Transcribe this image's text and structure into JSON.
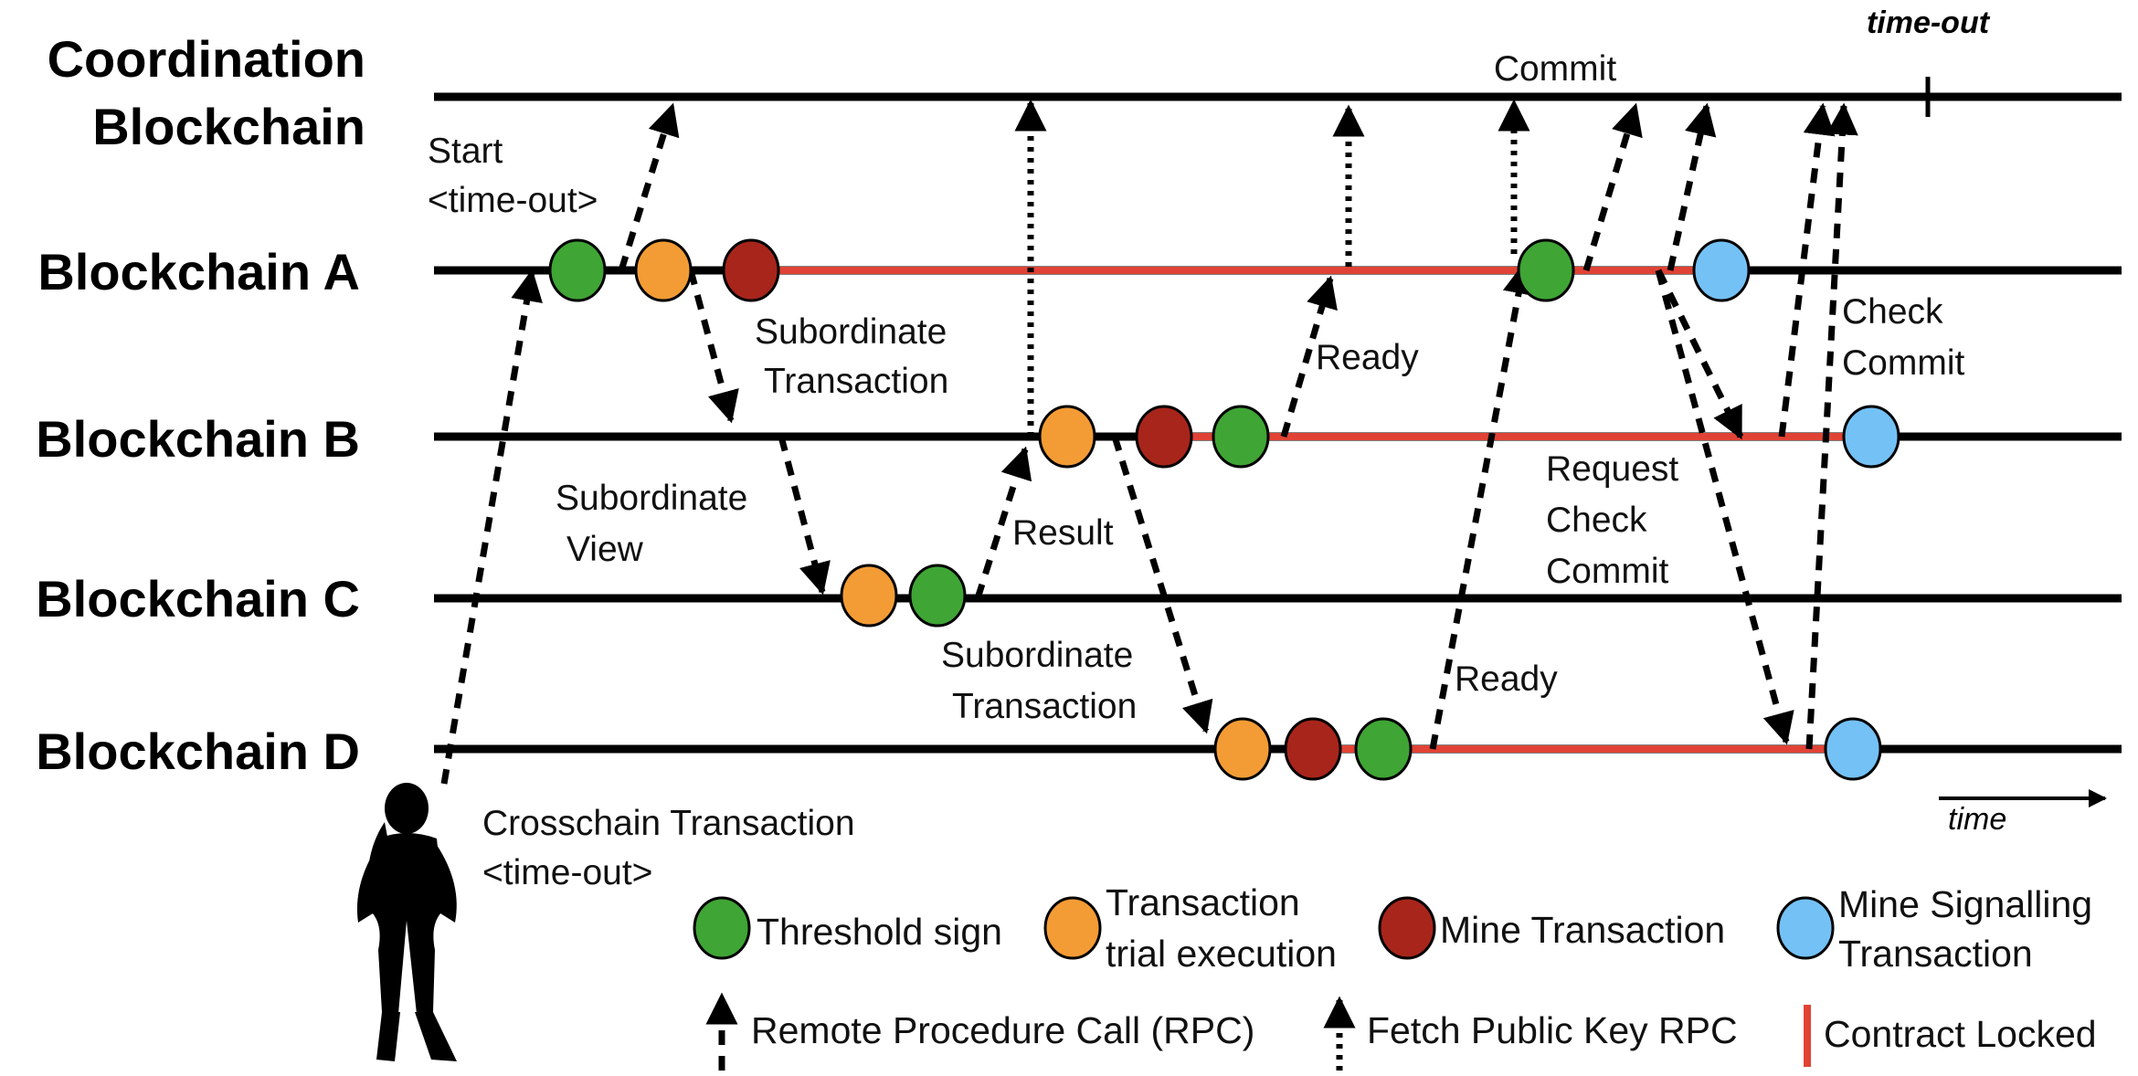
{
  "lanes": {
    "coordination_line1": "Coordination",
    "coordination_line2": "Blockchain",
    "a": "Blockchain A",
    "b": "Blockchain B",
    "c": "Blockchain C",
    "d": "Blockchain D"
  },
  "annotations": {
    "timeout_top": "time-out",
    "commit": "Commit",
    "start_line1": "Start",
    "start_line2": "<time-out>",
    "subordinate_transaction_a_line1": "Subordinate",
    "subordinate_transaction_a_line2": "Transaction",
    "ready_a": "Ready",
    "check_commit_line1": "Check",
    "check_commit_line2": "Commit",
    "subordinate_view_line1": "Subordinate",
    "subordinate_view_line2": "View",
    "result": "Result",
    "request_check_commit_line1": "Request",
    "request_check_commit_line2": "Check",
    "request_check_commit_line3": "Commit",
    "subordinate_transaction_d_line1": "Subordinate",
    "subordinate_transaction_d_line2": "Transaction",
    "ready_d": "Ready",
    "time_axis": "time",
    "crosschain_line1": "Crosschain Transaction",
    "crosschain_line2": "<time-out>"
  },
  "legend": {
    "threshold_sign": "Threshold sign",
    "trial_line1": "Transaction",
    "trial_line2": "trial execution",
    "mine_transaction": "Mine Transaction",
    "signalling_line1": "Mine Signalling",
    "signalling_line2": "Transaction",
    "rpc": "Remote Procedure Call (RPC)",
    "fetch_key": "Fetch Public Key RPC",
    "contract_locked": "Contract Locked"
  },
  "colors": {
    "threshold_sign": "#3fa535",
    "trial_execution": "#f39c35",
    "mine_transaction": "#a8251b",
    "signalling": "#74c1f5",
    "contract_locked": "#e04335",
    "line": "#000000"
  }
}
